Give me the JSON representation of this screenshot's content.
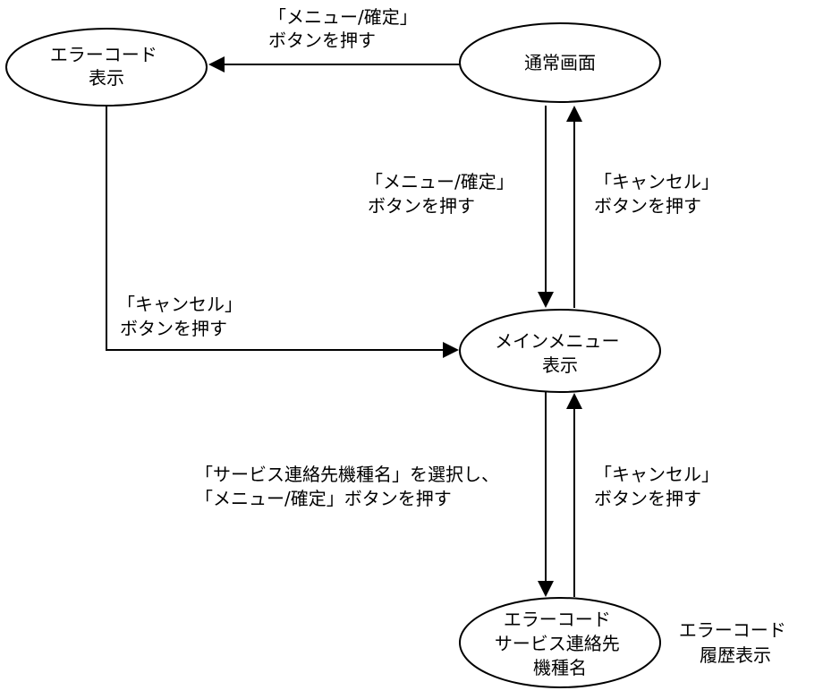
{
  "nodes": {
    "error_code_display": {
      "lines": [
        "エラーコード",
        "表示"
      ]
    },
    "normal_screen": {
      "lines": [
        "通常画面"
      ]
    },
    "main_menu_display": {
      "lines": [
        "メインメニュー",
        "表示"
      ]
    },
    "error_code_service_contact": {
      "lines": [
        "エラーコード",
        "サービス連絡先",
        "機種名"
      ]
    }
  },
  "edges": {
    "normal_to_error": {
      "lines": [
        "「メニュー/確定」",
        "ボタンを押す"
      ]
    },
    "normal_to_menu": {
      "lines": [
        "「メニュー/確定」",
        "ボタンを押す"
      ]
    },
    "menu_to_normal": {
      "lines": [
        "「キャンセル」",
        "ボタンを押す"
      ]
    },
    "error_to_menu": {
      "lines": [
        "「キャンセル」",
        "ボタンを押す"
      ]
    },
    "menu_to_service": {
      "lines": [
        "「サービス連絡先機種名」を選択し、",
        "「メニュー/確定」ボタンを押す"
      ]
    },
    "service_to_menu": {
      "lines": [
        "「キャンセル」",
        "ボタンを押す"
      ]
    }
  },
  "notes": {
    "history_display": {
      "lines": [
        "エラーコード",
        "履歴表示"
      ]
    }
  }
}
